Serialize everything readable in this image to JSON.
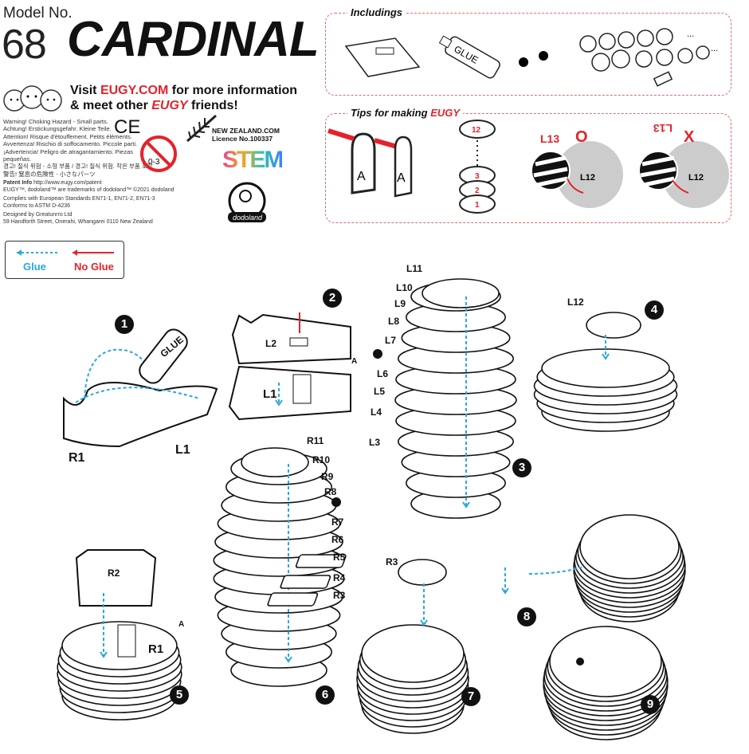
{
  "header": {
    "model_label": "Model No.",
    "model_number": "68",
    "title": "CARDINAL",
    "visit_pre": "Visit ",
    "visit_site": "EUGY.COM",
    "visit_post": " for more information",
    "meet_pre": "& meet other ",
    "meet_brand": "EUGY",
    "meet_post": " friends!"
  },
  "warnings": [
    "Warning! Choking Hazard - Small parts.",
    "Achtung! Erstickungsgefahr. Kleine Teile.",
    "Attention! Risque d'étouffement. Petits éléments.",
    "Avvertenza! Rischio di soffocamento. Piccole parti.",
    "¡Advertencia! Peligro de atragantamiento. Piezas pequeñas.",
    "경고! 질식 위험 - 소형 부품 / 경고! 질식 위험. 작은 부품 포함",
    "警告! 窒息の危険性 - 小さなパーツ"
  ],
  "patent_label": "Patent Info",
  "patent_url": "http://www.eugy.com/patent",
  "trademark": "EUGY™, dodoland™ are trademarks of dodoland™ ©2021 dodoland",
  "complies": "Complies with European Standards EN71-1, EN71-2, EN71-3",
  "conforms": "Conforms to ASTM D-4236",
  "designed": "Designed by Greatunrro Ltd",
  "address": "59 Handforth Street, Onerahi, Whangarei 0110 New Zealand",
  "ce": "CE",
  "age": "0-3",
  "nz": {
    "site": "NEW ZEALAND.COM",
    "licence": "Licence No.100337"
  },
  "stem": "STEM",
  "dodoland": "dodoland",
  "includings": {
    "title": "Includings",
    "glue": "GLUE",
    "more": "..."
  },
  "tips": {
    "title": "Tips for making",
    "brand": "EUGY",
    "a": "A",
    "disc_nums": [
      "12",
      "3",
      "2",
      "1"
    ],
    "ok_label": "L13",
    "ok_mark": "O",
    "bad_label": "L13",
    "bad_mark": "X",
    "l12": "L12"
  },
  "legend": {
    "glue": "Glue",
    "no_glue": "No Glue"
  },
  "steps": {
    "s1": {
      "n": "1",
      "glue": "GLUE",
      "r1": "R1",
      "l1": "L1"
    },
    "s2": {
      "n": "2",
      "l2": "L2",
      "a": "A",
      "l1": "L1"
    },
    "s3": {
      "n": "3",
      "labels": [
        "L11",
        "L10",
        "L9",
        "L8",
        "L7",
        "L6",
        "L5",
        "L4",
        "L3"
      ]
    },
    "s4": {
      "n": "4",
      "l12": "L12"
    },
    "s5": {
      "n": "5",
      "r2": "R2",
      "a": "A",
      "r1": "R1"
    },
    "s6": {
      "n": "6",
      "labels": [
        "R11",
        "R10",
        "R9",
        "R8",
        "R7",
        "R6",
        "R5",
        "R4",
        "R3"
      ]
    },
    "s7": {
      "n": "7",
      "r3": "R3"
    },
    "s8": {
      "n": "8"
    },
    "s9": {
      "n": "9"
    }
  },
  "colors": {
    "red": "#e3232b",
    "glue_blue": "#2aa7e0",
    "dash": "#e36a6a"
  }
}
